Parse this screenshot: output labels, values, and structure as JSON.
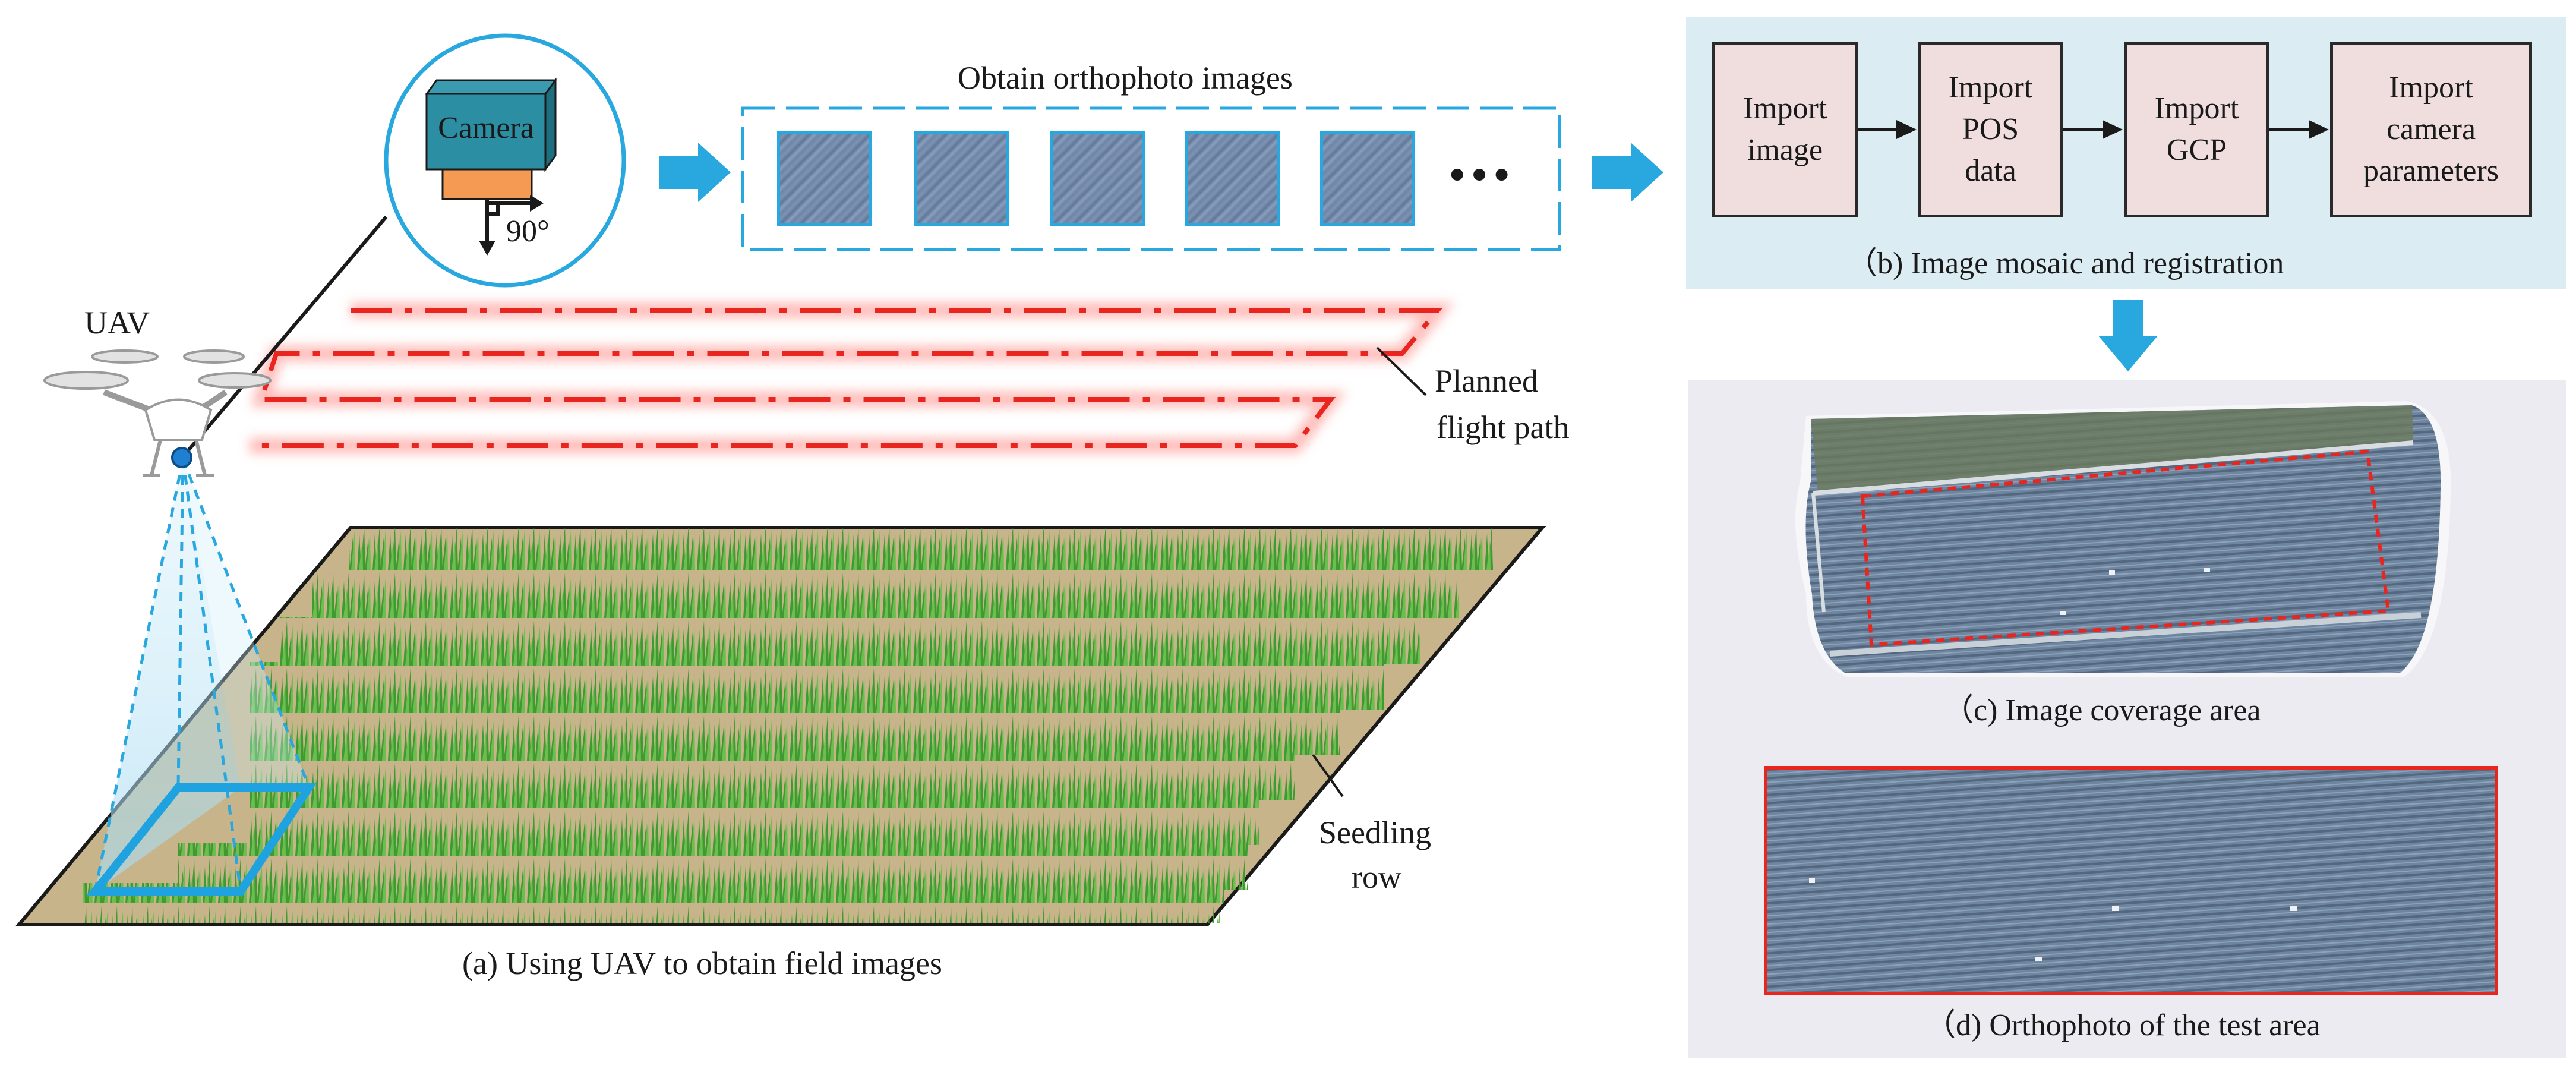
{
  "panel_a": {
    "uav_label": "UAV",
    "camera_label": "Camera",
    "angle_label": "90°",
    "flight_path_label_line1": "Planned",
    "flight_path_label_line2": "flight path",
    "seedling_label_line1": "Seedling",
    "seedling_label_line2": "row",
    "caption": "(a) Using UAV to obtain field images"
  },
  "orthophoto": {
    "title": "Obtain orthophoto images",
    "ellipsis": "•••"
  },
  "panel_b": {
    "steps": [
      {
        "label": "Import\nimage"
      },
      {
        "label": "Import\nPOS\ndata"
      },
      {
        "label": "Import\nGCP"
      },
      {
        "label": "Import\ncamera\nparameters"
      }
    ],
    "caption": "（b) Image  mosaic and registration"
  },
  "panel_c": {
    "caption": "（c) Image coverage area"
  },
  "panel_d": {
    "caption": "（d) Orthophoto of the test area"
  },
  "colors": {
    "arrow_blue": "#29a8e0",
    "path_red": "#e8251f",
    "crop_green": "#3f9a32",
    "soil": "#c8b48a",
    "panel_b_bg": "#dcecf3",
    "panel_cd_bg": "#ecebf2",
    "step_fill": "#f0dede"
  },
  "icons": [
    "right-arrow-icon",
    "down-arrow-icon",
    "uav-icon",
    "camera-icon"
  ]
}
